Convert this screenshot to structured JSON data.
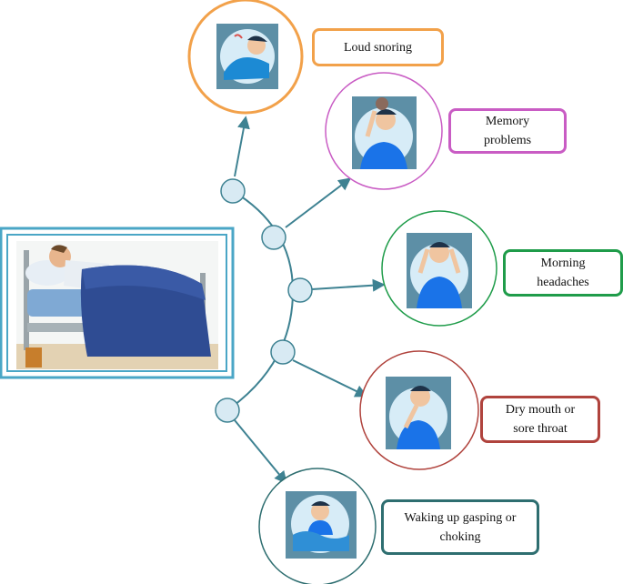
{
  "symptoms": [
    {
      "id": "loud-snoring",
      "label": "Loud snoring",
      "color": "#f2a14a",
      "icon": "snoring-person-icon"
    },
    {
      "id": "memory-problems",
      "label": "Memory\nproblems",
      "color": "#c95cc4",
      "icon": "memory-problems-person-icon"
    },
    {
      "id": "morning-headaches",
      "label": "Morning\nheadaches",
      "color": "#1f9c4a",
      "icon": "headache-person-icon"
    },
    {
      "id": "dry-mouth",
      "label": "Dry mouth or\nsore throat",
      "color": "#b0433d",
      "icon": "dry-mouth-person-icon"
    },
    {
      "id": "waking-gasping",
      "label": "Waking up gasping or\nchoking",
      "color": "#2e6e70",
      "icon": "gasping-person-icon"
    }
  ],
  "colors": {
    "connector": "#3e8292",
    "node_fill": "#d8eaf3",
    "node_stroke": "#3e8292",
    "frame": "#4aa6c6"
  },
  "central_image": "sleeping-person-in-bed-illustration"
}
